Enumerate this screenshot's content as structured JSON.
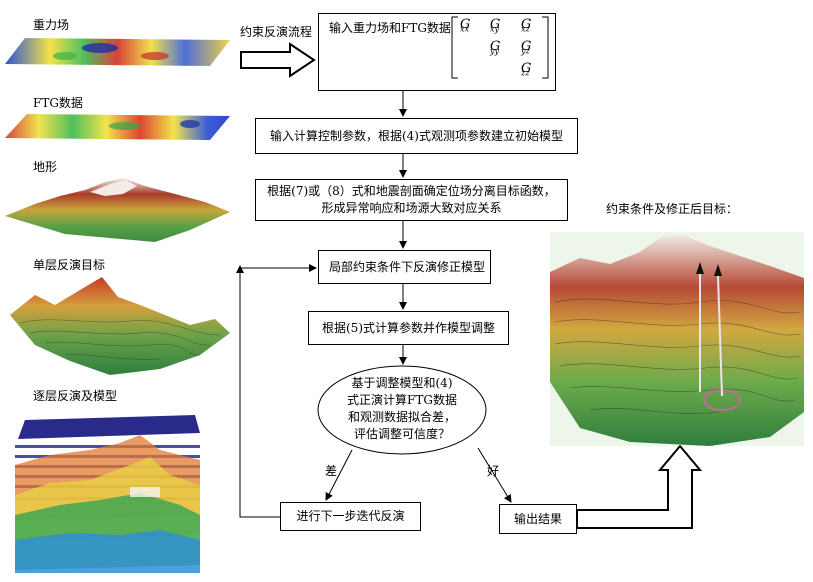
{
  "left_panel": {
    "gravity": "重力场",
    "ftg": "FTG数据",
    "terrain": "地形",
    "single_layer": "单层反演目标",
    "layered": "逐层反演及模型"
  },
  "flow_label": "约束反演流程",
  "steps": {
    "input": "输入重力场和FTG数据",
    "params": "输入计算控制参数，根据(4)式观测项参数建立初始模型",
    "objective_line1": "根据(7)或（8）式和地震剖面确定位场分离目标函数，",
    "objective_line2": "形成异常响应和场源大致对应关系",
    "local": "局部约束条件下反演修正模型",
    "adjust": "根据(5)式计算参数并作模型调整",
    "decision_line1": "基于调整模型和(4)",
    "decision_line2": "式正演计算FTG数据",
    "decision_line3": "和观测数据拟合差，",
    "decision_line4": "评估调整可信度？",
    "bad": "差",
    "good": "好",
    "iterate": "进行下一步迭代反演",
    "output": "输出结果"
  },
  "matrix": {
    "g_xx": "xx",
    "g_xy": "xy",
    "g_xz": "xz",
    "g_yy": "yy",
    "g_yz": "yz",
    "g_zz": "zz",
    "symbol": "G"
  },
  "right_label": "约束条件及修正后目标："
}
